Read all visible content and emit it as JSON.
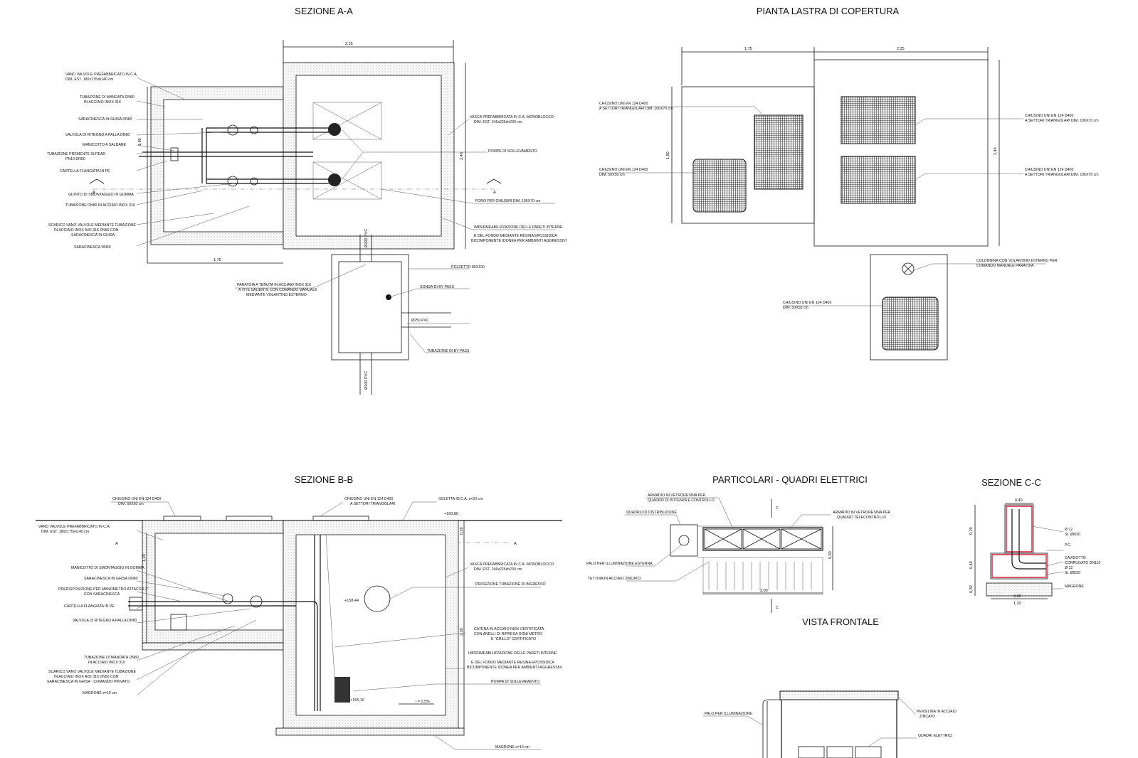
{
  "views": {
    "sezione_aa": {
      "title": "SEZIONE A-A",
      "dims": {
        "top": "2,25",
        "bottom": "1,75",
        "side_left": "1,80",
        "side_right": "2,46",
        "pipe": "Ø200 PVC",
        "pipe2": "Ø200 PVC"
      },
      "labels_left": [
        "VANO VALVOLE PREFABBRICATO IN C.A.",
        "DIM. EST. 180x175xh140 cm",
        "TUBAZIONE DI MANDATA DN80",
        "IN ACCIAIO INOX 316",
        "SARACINESCA IN GHISA DN80",
        "VALVOLA DI RITEGNO A PALLA DN80",
        "MANICOTTO A SALDARE",
        "TUBAZIONE PREMENTE IN PEAD",
        "PN10 DN90",
        "CARTELLA FLANGIATA IN PE",
        "GIUNTO DI SMONTAGGIO IN GOMMA",
        "TUBAZIONE DN80 IN ACCIAIO INOX 316",
        "SCARICO VANO VALVOLE MEDIANTE TUBAZIONE",
        "IN ACCIAIO INOX AISI 316 DN50 CON",
        "SARACINESCA IN GHISA",
        "SARACINESCA DN50"
      ],
      "labels_right": [
        "VASCA PREFABBRICATA IN C.A. MONOBLOCCO",
        "DIM. EST. 246x225xh230 cm",
        "POMPE DI SOLLEVAMENTO",
        "FORO PER CHIUSINI DIM. 106X70 cm",
        "IMPERMEABILIZZAZIONE DELLE PARETI INTERNE",
        "E DEL FONDO MEDIANTE RESINA EPOSSIDICA",
        "BICOMPONENTE IDONEA PER AMBIENTI AGGRESSIVI"
      ],
      "labels_pit": [
        "POZZETTO 80X100",
        "SONDA DI BY PASS",
        "Ø250 PVC",
        "TUBAZIONE DI BY PASS",
        "PARATOIA A TENUTA IN ACCIAIO INOX 316",
        "A VITE SALIENTE CON COMANDO MANUALE",
        "MEDIANTE VOLANTINO ESTERNO"
      ],
      "section_marks": [
        "A",
        "A"
      ]
    },
    "pianta": {
      "title": "PIANTA LASTRA DI COPERTURA",
      "dims": {
        "a": "1,75",
        "b": "2,25",
        "left": "1,80",
        "right": "2,46"
      },
      "labels": [
        "CHIUSINO UNI EN 124 D400",
        "A SETTORI TRIANGOLARI DIM. 106X70 cm",
        "CHIUSINO UNI EN 124 D400",
        "DIM. 50X50 cm",
        "CHIUSINO UNI EN 124 D400",
        "A SETTORI TRIANGOLARI DIM. 106X70 cm",
        "CHIUSINO UNI EN 124 D400",
        "A SETTORI TRIANGOLARI DIM. 106X70 cm",
        "COLONNINA CON VOLANTINO ESTERNO PER",
        "COMANDO MANUALE PARATOIA",
        "CHIUSINO UNI EN 124 D400",
        "DIM. 50X50 cm"
      ]
    },
    "sezione_bb": {
      "title": "SEZIONE B-B",
      "levels": [
        "+160,80",
        "+158,44",
        "+155,10"
      ],
      "slope": "i = 0,5%",
      "dims": {
        "top": "0,20",
        "h1": "1,20",
        "h2": "2,30"
      },
      "labels_left": [
        "CHIUSINO UNI EN 124 D400",
        "DIM. 60X60 cm",
        "VANO VALVOLE PREFABBRICATO IN C.A.",
        "DIM. EST. 180x175xh140 cm",
        "MANICOTTO DI SMONTAGGIO IN GOMMA",
        "SARACINESCA IN GHISA DN80",
        "PREDISPOSIZIONE PER MANOMETRO ATTACCO 2\"",
        "CON SARACINESCA",
        "CARTELLA FLANGIATA IN PE",
        "VALVOLA DI RITEGNO A PALLA DN80",
        "TUBAZIONE DI MANDATA DN80",
        "IN ACCIAIO INOX 316",
        "SCARICO VANO VALVOLE MEDIANTE TUBAZIONE",
        "IN ACCIAIO INOX AISI 316 DN50 CON",
        "SARACINESCA IN GHISA - COMANDO PRIVATO",
        "MAGRONE s=10 cm"
      ],
      "labels_right": [
        "CHIUSINO UNI EN 124 D400",
        "A SETTORI TRIANGOLARI",
        "SOLETTA IN C.A. s=20 cm",
        "VASCA PREFABBRICATA IN C.A. MONOBLOCCO",
        "DIM. EST. 246x225xh230 cm",
        "PROIEZIONE TUBAZIONE DI INGRESSO",
        "CATENA IN ACCIAIO INOX CERTIFICATA",
        "CON ANELLI DI RIPRESA OGNI METRO",
        "E \"GRILLO\" CERTIFICATO",
        "IMPERMEABILIZZAZIONE DELLE PARETI INTERNE",
        "E DEL FONDO MEDIANTE RESINA EPOSSIDICA",
        "BICOMPONENTE IDONEA PER AMBIENTI AGGRESSIVI",
        "POMPA DI SOLLEVAMENTO",
        "MAGRONE s=10 cm"
      ],
      "section_marks": [
        "A",
        "A"
      ]
    },
    "quadri": {
      "title": "PARTICOLARI - QUADRI ELETTRICI",
      "labels": [
        "ARMADIO IN VETRORESINA PER",
        "QUADRO DI POTENZA E CONTROLLO",
        "QUADRO DI DISTRIBUZIONE",
        "ARMADIO IN VETRORESINA PER",
        "QUADRO TELECONTROLLO",
        "PALO PER ILLUMINAZIONE ESTERNA",
        "TETTOIA IN ACCIAIO ZINCATO"
      ],
      "dims": {
        "w": "3,00",
        "h": "0,60"
      },
      "cut": "C"
    },
    "sezione_cc": {
      "title": "SEZIONE C-C",
      "dims": {
        "top": "0,40",
        "h1": "0,20",
        "h2": "0,40",
        "h3": "0,30",
        "b1": "0,80",
        "b2": "1,20"
      },
      "labels": [
        "Ø 12",
        "St. Ø8/20",
        "P.C.",
        "CAVIDOTTO",
        "CORRUGATO DN110",
        "Ø 12",
        "St. Ø8/20",
        "MAGRONE"
      ]
    },
    "vista_frontale": {
      "title": "VISTA FRONTALE",
      "labels": [
        "PALO PER ILLUMINAZIONE",
        "PENSILINA IN ACCIAIO",
        "ZINCATO",
        "QUADRI ELETTRICI"
      ]
    }
  }
}
